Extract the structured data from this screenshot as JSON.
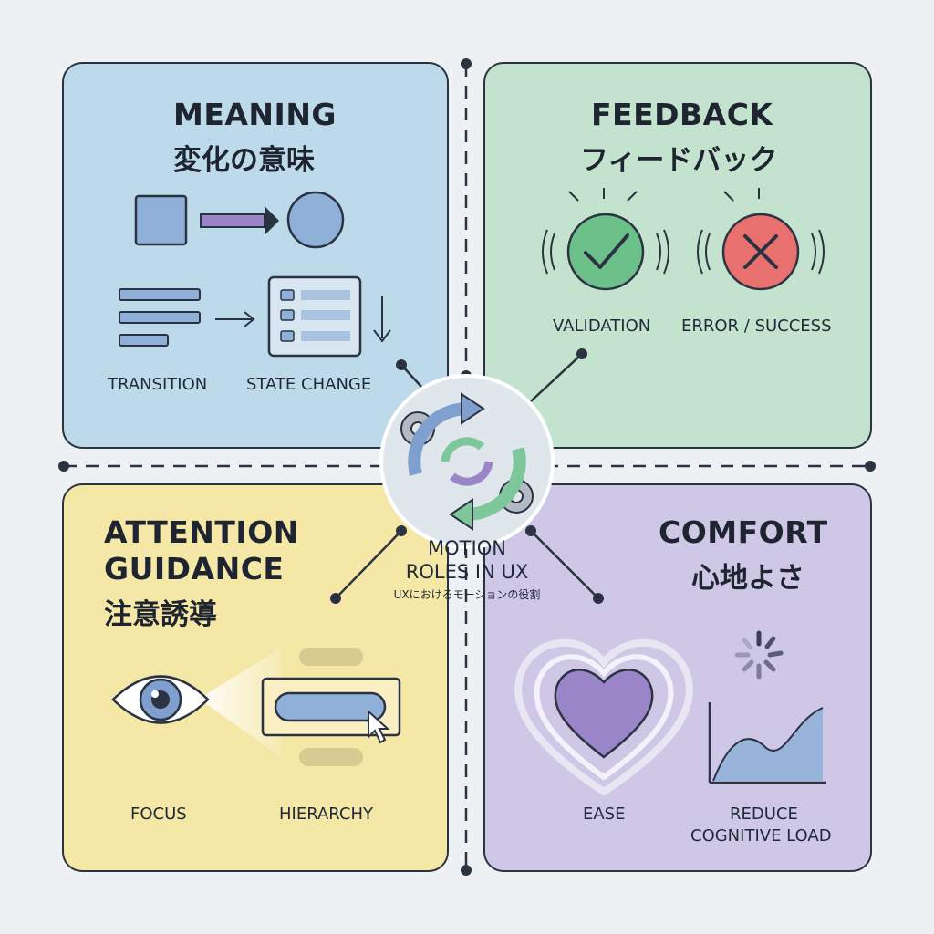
{
  "meaning": {
    "title_en": "MEANING",
    "title_ja": "変化の意味",
    "label_transition": "TRANSITION",
    "label_state_change": "STATE CHANGE"
  },
  "feedback": {
    "title_en": "FEEDBACK",
    "title_ja": "フィードバック",
    "label_validation": "VALIDATION",
    "label_error_success": "ERROR / SUCCESS"
  },
  "attention": {
    "title_line1": "ATTENTION",
    "title_line2": "GUIDANCE",
    "title_ja": "注意誘導",
    "label_focus": "FOCUS",
    "label_hierarchy": "HIERARCHY"
  },
  "comfort": {
    "title_en": "COMFORT",
    "title_ja": "心地よさ",
    "label_ease": "EASE",
    "label_reduce_line1": "REDUCE",
    "label_reduce_line2": "COGNITIVE LOAD"
  },
  "center": {
    "title_line1": "MOTION",
    "title_line2": "ROLES IN UX",
    "subtitle_ja": "UXにおけるモーションの役割"
  },
  "colors": {
    "meaning_bg": "#bcdaea",
    "feedback_bg": "#c4e3cf",
    "attention_bg": "#f5e7a6",
    "comfort_bg": "#cfc7e6",
    "success": "#6cc08a",
    "error": "#e8716f",
    "accent_blue": "#7f9fce",
    "accent_purple": "#9a85c8"
  }
}
